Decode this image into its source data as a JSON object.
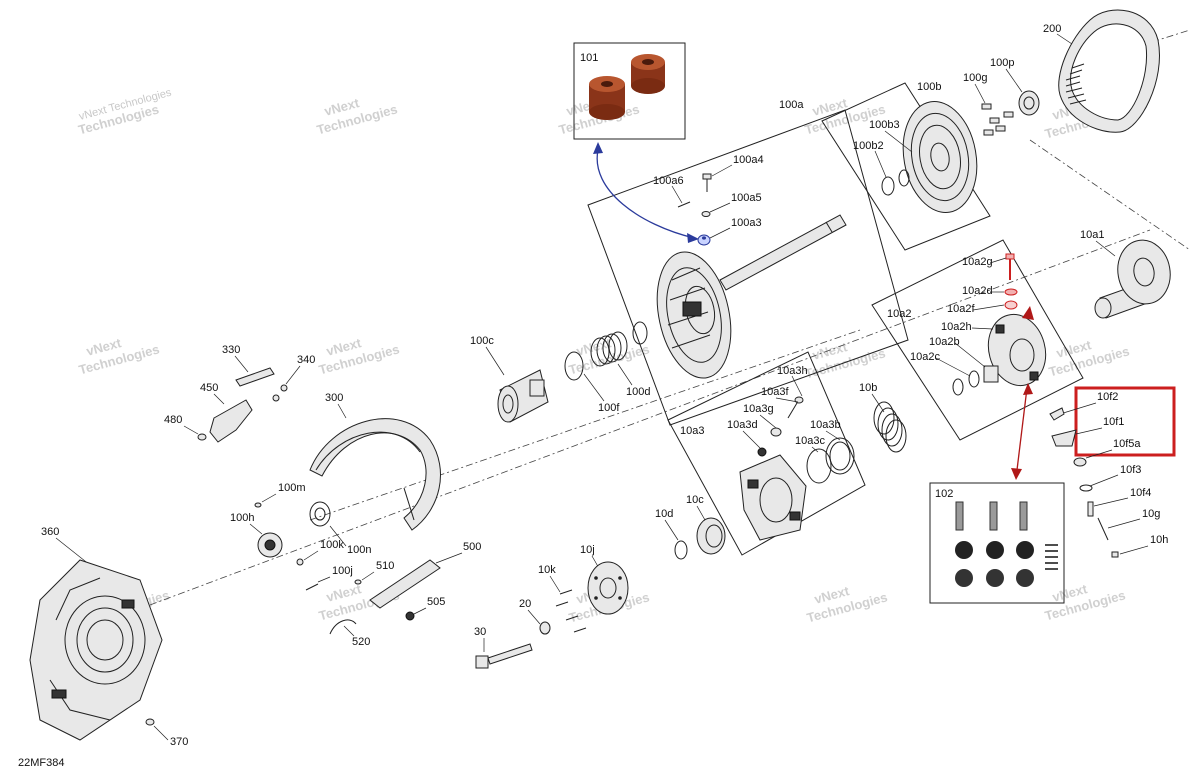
{
  "diagram": {
    "code": "22MF384",
    "watermark_line1": "vNext",
    "watermark_line2": "Technologies",
    "watermark_full": "vNext Technologies",
    "colors": {
      "highlight": "#cc1f1f",
      "arrow_blue": "#2b3b9c",
      "arrow_red": "#b01818",
      "bushing": "#a0442a"
    },
    "callouts": {
      "p101": "101",
      "p102": "102",
      "p200": "200",
      "p100a": "100a",
      "p100b": "100b",
      "p100b2": "100b2",
      "p100b3": "100b3",
      "p100g": "100g",
      "p100p": "100p",
      "p100a4": "100a4",
      "p100a6": "100a6",
      "p100a5": "100a5",
      "p100a3": "100a3",
      "p10a1": "10a1",
      "p10a2": "10a2",
      "p10a2g": "10a2g",
      "p10a2d": "10a2d",
      "p10a2f": "10a2f",
      "p10a2h": "10a2h",
      "p10a2b": "10a2b",
      "p10a2c": "10a2c",
      "p100c": "100c",
      "p100d": "100d",
      "p100f": "100f",
      "p330": "330",
      "p340": "340",
      "p450": "450",
      "p480": "480",
      "p300": "300",
      "p10a3": "10a3",
      "p10a3h": "10a3h",
      "p10a3f": "10a3f",
      "p10a3g": "10a3g",
      "p10a3d": "10a3d",
      "p10a3b": "10a3b",
      "p10a3c": "10a3c",
      "p10b": "10b",
      "p10f2": "10f2",
      "p10f1": "10f1",
      "p10f5a": "10f5a",
      "p10f3": "10f3",
      "p10f4": "10f4",
      "p10g": "10g",
      "p10h": "10h",
      "p100m": "100m",
      "p100h": "100h",
      "p100k": "100k",
      "p100n": "100n",
      "p100j": "100j",
      "p10c": "10c",
      "p10d": "10d",
      "p10j": "10j",
      "p10k": "10k",
      "p20": "20",
      "p30": "30",
      "p360": "360",
      "p370": "370",
      "p500": "500",
      "p510": "510",
      "p505": "505",
      "p520": "520"
    }
  }
}
